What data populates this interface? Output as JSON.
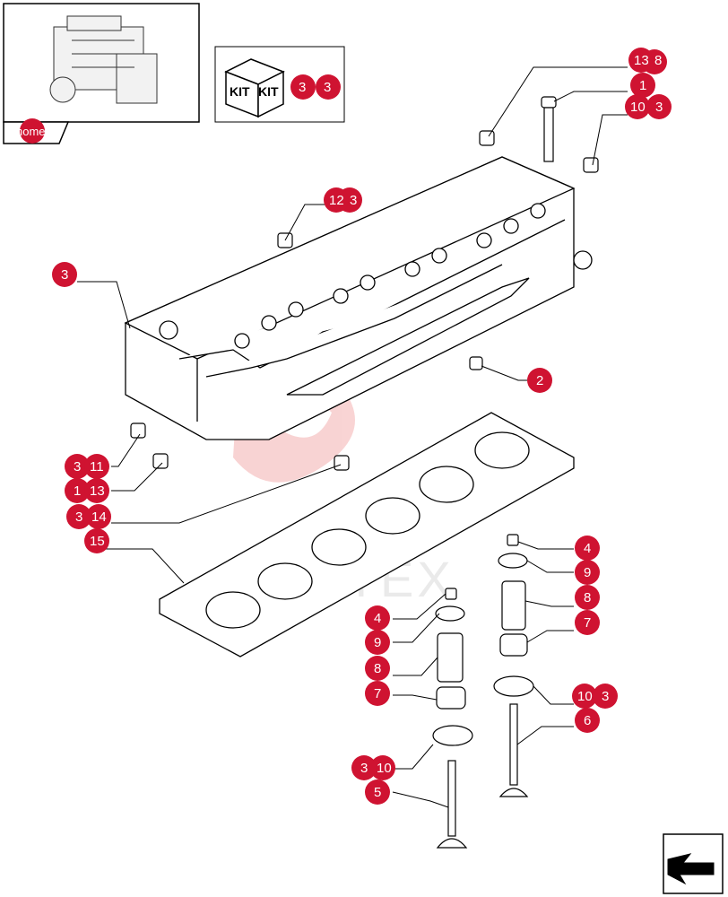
{
  "colors": {
    "callout": "#cf1331",
    "callout_text": "#ffffff",
    "line": "#000000",
    "watermark": "#f4b0b0"
  },
  "home": {
    "label": "home",
    "icon": "engine-thumbnail-icon"
  },
  "kit": {
    "label_left": "KIT",
    "label_right": "KIT",
    "refs": [
      "3",
      "3"
    ]
  },
  "watermark": {
    "text": "VHTEX"
  },
  "nav": {
    "icon": "next-page-arrow-icon"
  },
  "callouts": [
    {
      "id": "c-13-a",
      "text": "13"
    },
    {
      "id": "c-13-b",
      "text": "8"
    },
    {
      "id": "c-1",
      "text": "1"
    },
    {
      "id": "c-10-a",
      "text": "10"
    },
    {
      "id": "c-10-b",
      "text": "3"
    },
    {
      "id": "c-12-a",
      "text": "12"
    },
    {
      "id": "c-12-b",
      "text": "3"
    },
    {
      "id": "c-3-head",
      "text": "3"
    },
    {
      "id": "c-2",
      "text": "2"
    },
    {
      "id": "c-11-a",
      "text": "3"
    },
    {
      "id": "c-11-b",
      "text": "11"
    },
    {
      "id": "c-13c-a",
      "text": "1"
    },
    {
      "id": "c-13c-b",
      "text": "13"
    },
    {
      "id": "c-14-a",
      "text": "3"
    },
    {
      "id": "c-14-b",
      "text": "14"
    },
    {
      "id": "c-15",
      "text": "15"
    },
    {
      "id": "c-4-r",
      "text": "4"
    },
    {
      "id": "c-9-r",
      "text": "9"
    },
    {
      "id": "c-8-r",
      "text": "8"
    },
    {
      "id": "c-7-r",
      "text": "7"
    },
    {
      "id": "c-10r-a",
      "text": "10"
    },
    {
      "id": "c-10r-b",
      "text": "3"
    },
    {
      "id": "c-6",
      "text": "6"
    },
    {
      "id": "c-4-l",
      "text": "4"
    },
    {
      "id": "c-9-l",
      "text": "9"
    },
    {
      "id": "c-8-l",
      "text": "8"
    },
    {
      "id": "c-7-l",
      "text": "7"
    },
    {
      "id": "c-10l-a",
      "text": "3"
    },
    {
      "id": "c-10l-b",
      "text": "10"
    },
    {
      "id": "c-5",
      "text": "5"
    }
  ]
}
